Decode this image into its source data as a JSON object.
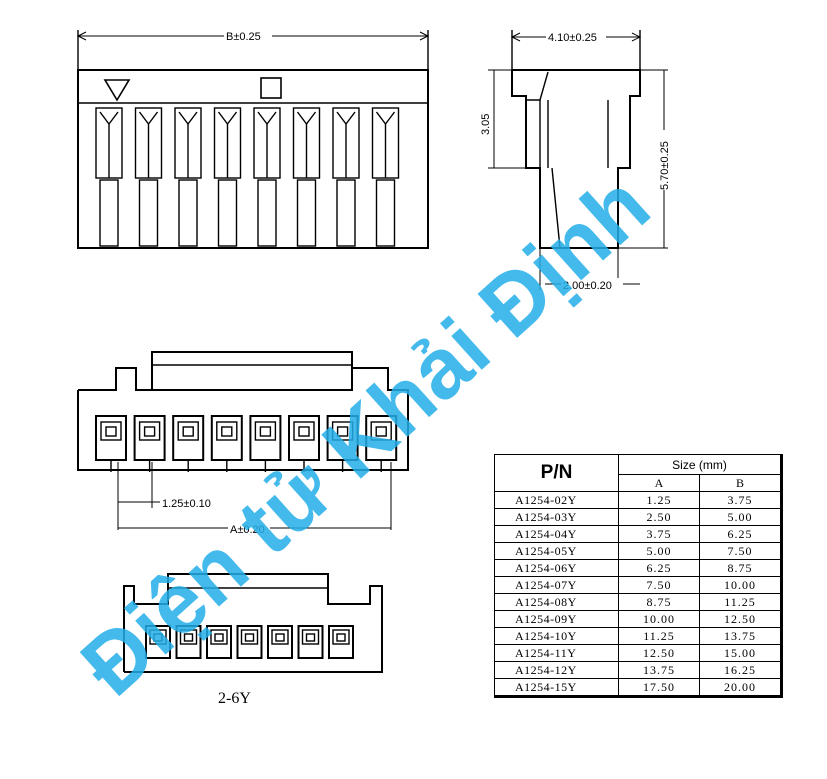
{
  "dimensions": {
    "b_width": "B±0.25",
    "depth": "4.10±0.25",
    "height_small": "3.05",
    "height_total": "5.70±0.25",
    "pin_offset": "2.00±0.20",
    "pitch": "1.25±0.10",
    "a_width": "A±0.20"
  },
  "small_view_label": "2-6Y",
  "table": {
    "pn_header": "P/N",
    "size_header": "Size (mm)",
    "col_a": "A",
    "col_b": "B",
    "rows": [
      {
        "pn": "A1254-02Y",
        "a": "1.25",
        "b": "3.75"
      },
      {
        "pn": "A1254-03Y",
        "a": "2.50",
        "b": "5.00"
      },
      {
        "pn": "A1254-04Y",
        "a": "3.75",
        "b": "6.25"
      },
      {
        "pn": "A1254-05Y",
        "a": "5.00",
        "b": "7.50"
      },
      {
        "pn": "A1254-06Y",
        "a": "6.25",
        "b": "8.75"
      },
      {
        "pn": "A1254-07Y",
        "a": "7.50",
        "b": "10.00"
      },
      {
        "pn": "A1254-08Y",
        "a": "8.75",
        "b": "11.25"
      },
      {
        "pn": "A1254-09Y",
        "a": "10.00",
        "b": "12.50"
      },
      {
        "pn": "A1254-10Y",
        "a": "11.25",
        "b": "13.75"
      },
      {
        "pn": "A1254-11Y",
        "a": "12.50",
        "b": "15.00"
      },
      {
        "pn": "A1254-12Y",
        "a": "13.75",
        "b": "16.25"
      },
      {
        "pn": "A1254-15Y",
        "a": "17.50",
        "b": "20.00"
      }
    ]
  },
  "watermark": "Điện tử Khải Định",
  "colors": {
    "line": "#000000",
    "watermark": "#22aee8"
  }
}
